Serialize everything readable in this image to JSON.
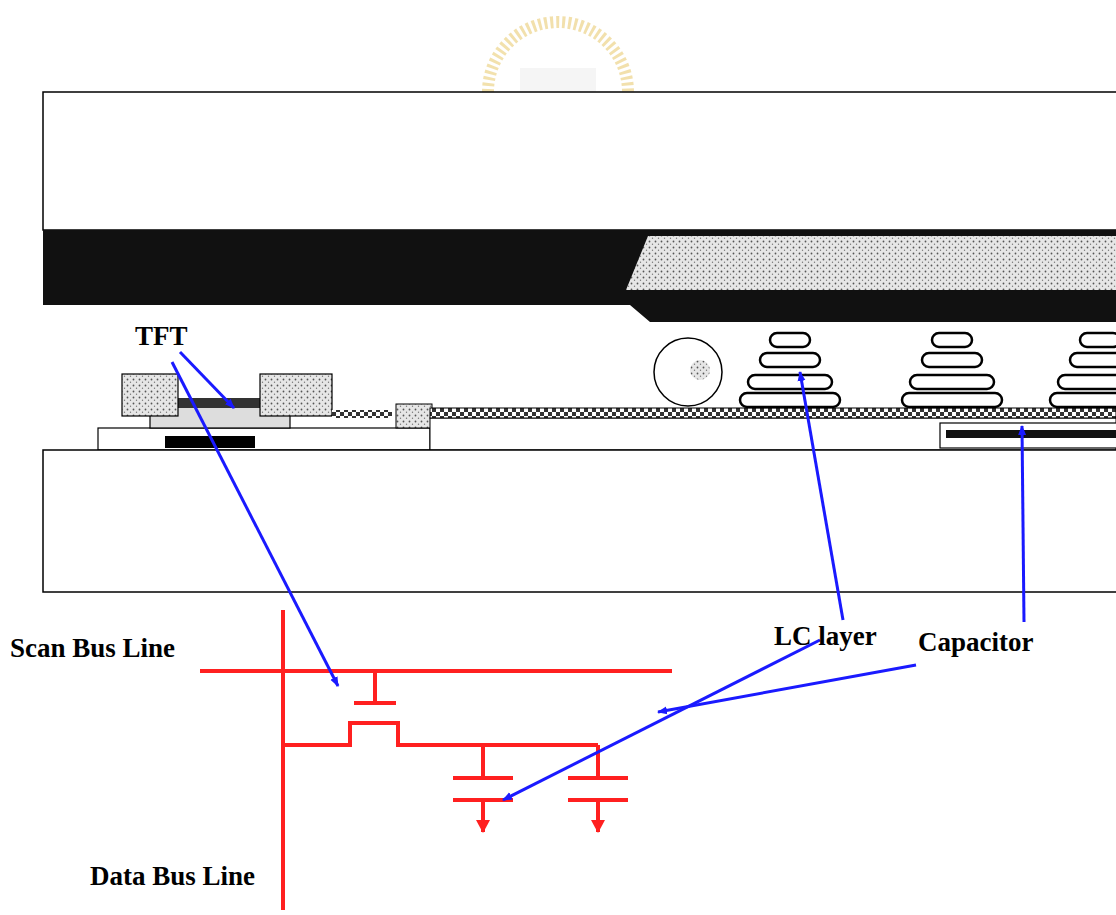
{
  "diagram": {
    "labels": [
      "TFT",
      "LC layer",
      "Capacitor",
      "Scan Bus Line",
      "Data Bus Line"
    ]
  }
}
